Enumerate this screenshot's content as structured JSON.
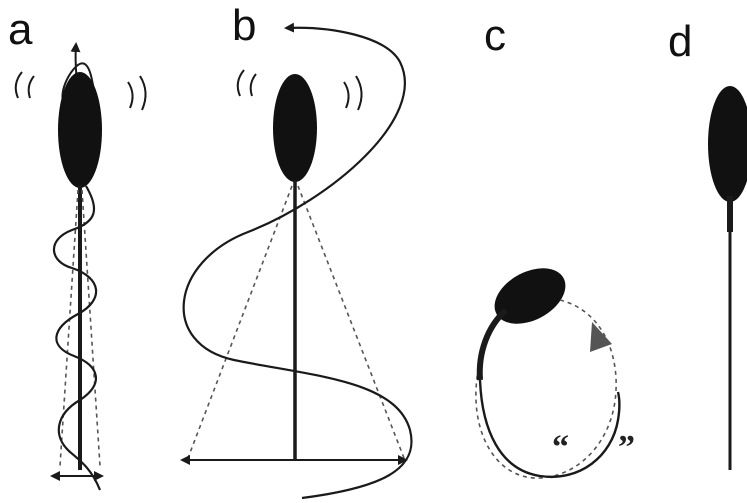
{
  "panels": {
    "a": {
      "label": "a"
    },
    "b": {
      "label": "b"
    },
    "c": {
      "label": "c",
      "quote_open": "“",
      "quote_close": "”"
    },
    "d": {
      "label": "d"
    }
  },
  "colors": {
    "ink": "#1a1a1a",
    "dashed": "#555555",
    "background": "#ffffff"
  }
}
